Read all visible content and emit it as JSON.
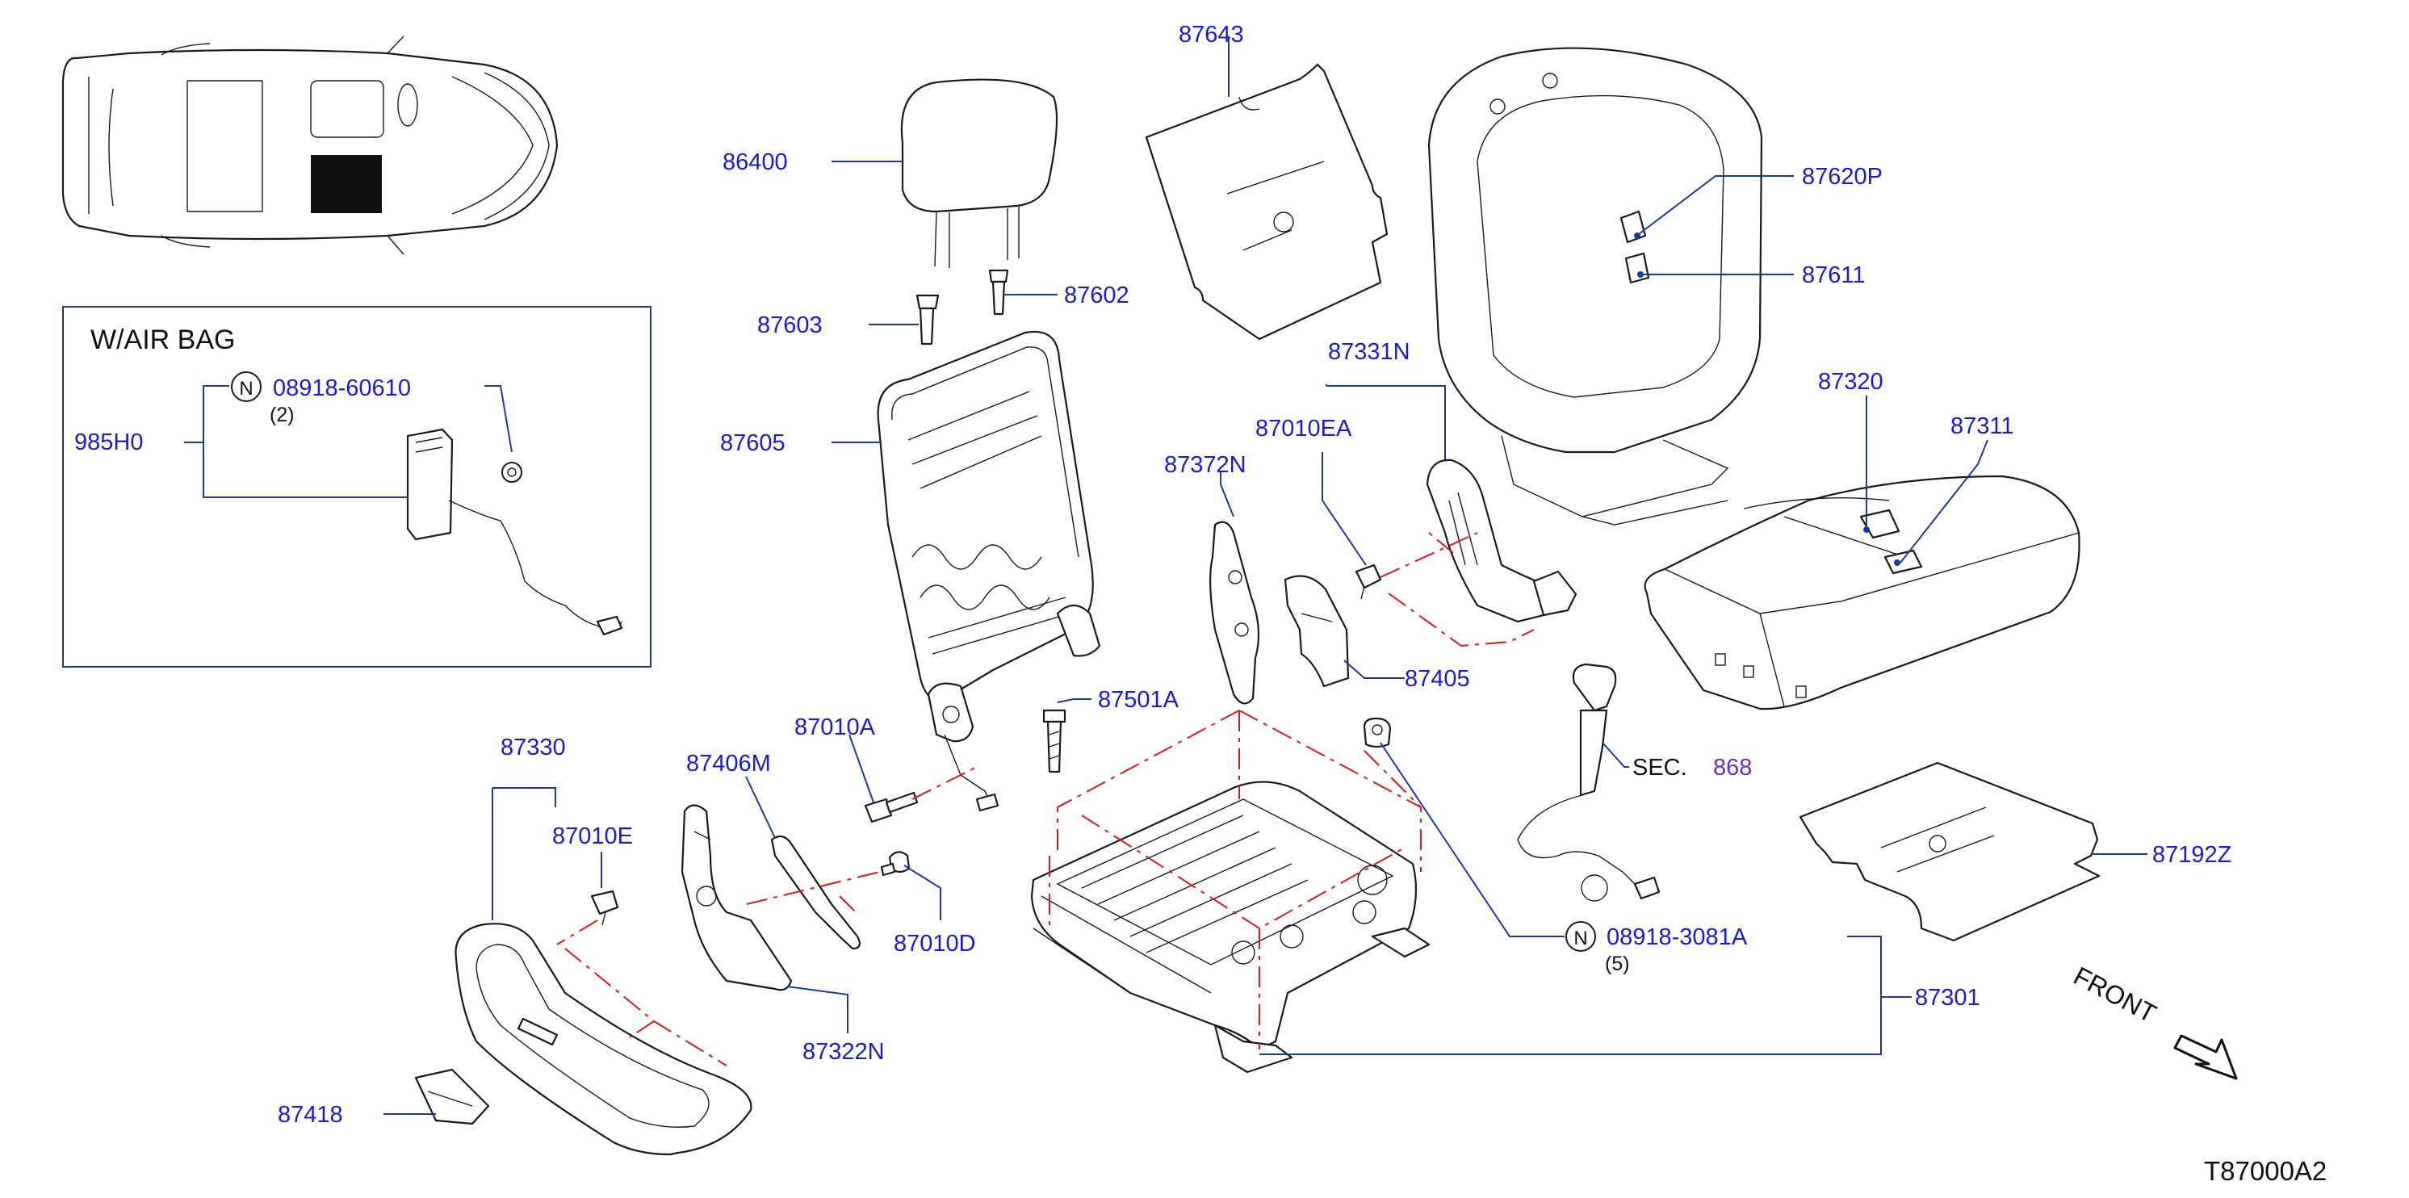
{
  "colors": {
    "part_number": "#1a1ad0",
    "leader": "#1a3aa0",
    "outline": "#1a1a1a",
    "dash_line": "#e01818",
    "sec_ref": "#6a2fc0"
  },
  "inset_title": "W/AIR  BAG",
  "inset_parts": [
    {
      "id": "08918-60610",
      "qty": "(2)",
      "note": "N"
    },
    {
      "id": "985H0"
    }
  ],
  "parts": {
    "p87643": "87643",
    "p86400": "86400",
    "p87620P": "87620P",
    "p87611": "87611",
    "p87602": "87602",
    "p87603": "87603",
    "p87331N": "87331N",
    "p87010EA": "87010EA",
    "p87605": "87605",
    "p87320": "87320",
    "p87311": "87311",
    "p87372N": "87372N",
    "p87405": "87405",
    "p87501A": "87501A",
    "p87010A": "87010A",
    "p87330": "87330",
    "p87406M": "87406M",
    "p87010E": "87010E",
    "p87010D": "87010D",
    "p87322N": "87322N",
    "p87418": "87418",
    "p87192Z": "87192Z",
    "p87301": "87301",
    "p08918_3081A": "08918-3081A",
    "qty_3081A": "(5)",
    "note_N": "N"
  },
  "sec_ref": {
    "label": "SEC.",
    "number": "868"
  },
  "direction_label": "FRONT",
  "diagram_code": "T87000A2",
  "icons": [
    "car-location-icon",
    "front-arrow-icon",
    "n-circle-icon"
  ]
}
